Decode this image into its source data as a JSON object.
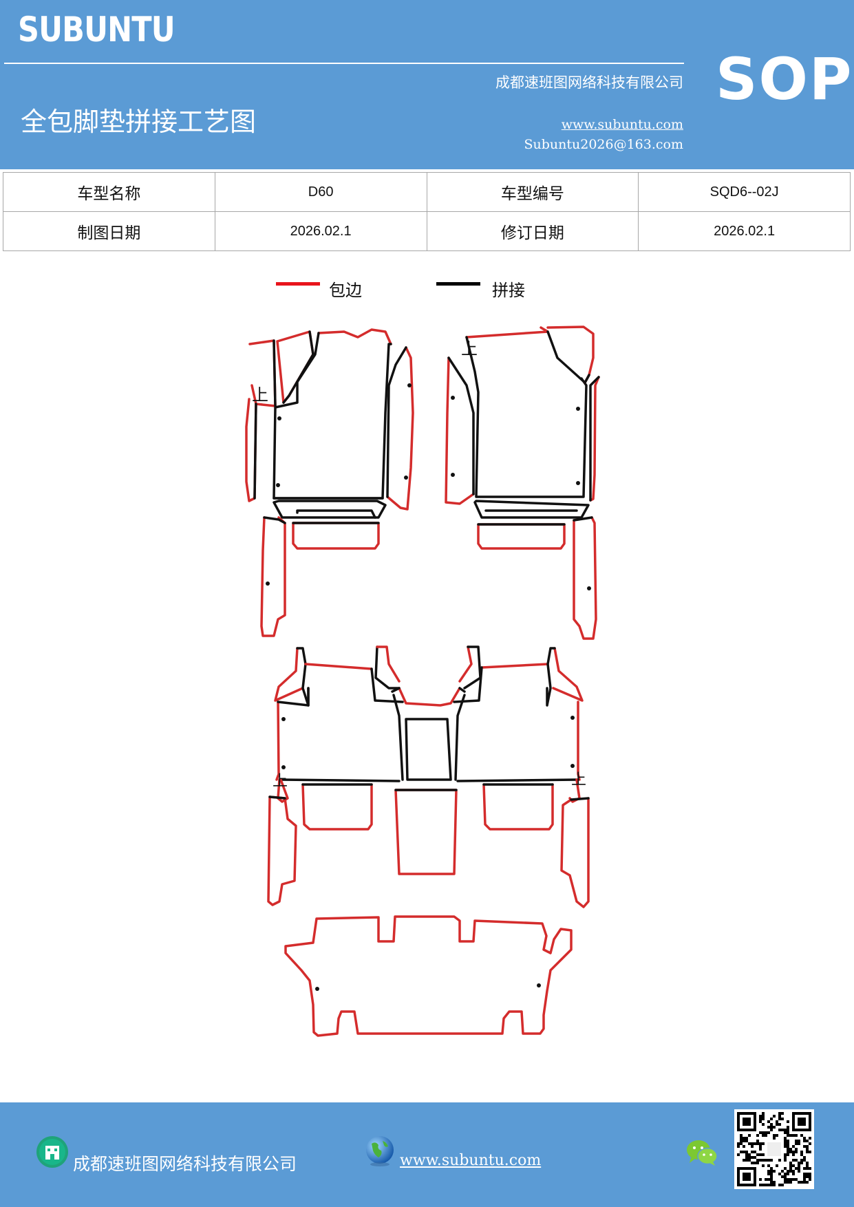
{
  "header": {
    "brand": "SUBUNTU",
    "company": "成都速班图网络科技有限公司",
    "title": "全包脚垫拼接工艺图",
    "website": "www.subuntu.com",
    "email": "Subuntu2026@163.com",
    "badge": "SOP"
  },
  "info_table": {
    "rows": [
      {
        "label1": "车型名称",
        "value1": "D60",
        "label2": "车型编号",
        "value2": "SQD6--02J"
      },
      {
        "label1": "制图日期",
        "value1": "2026.02.1",
        "label2": "修订日期",
        "value2": "2026.02.1"
      }
    ]
  },
  "legend": {
    "items": [
      {
        "label": "包边",
        "color": "#e8141c"
      },
      {
        "label": "拼接",
        "color": "#000000"
      }
    ]
  },
  "diagram": {
    "top_marker_text": "上",
    "edge_color": "#d42c2c",
    "seam_color": "#111111"
  },
  "footer": {
    "company": "成都速班图网络科技有限公司",
    "website": "www.subuntu.com",
    "icons": [
      "building-icon",
      "globe-icon",
      "wechat-icon",
      "qr-code"
    ]
  }
}
